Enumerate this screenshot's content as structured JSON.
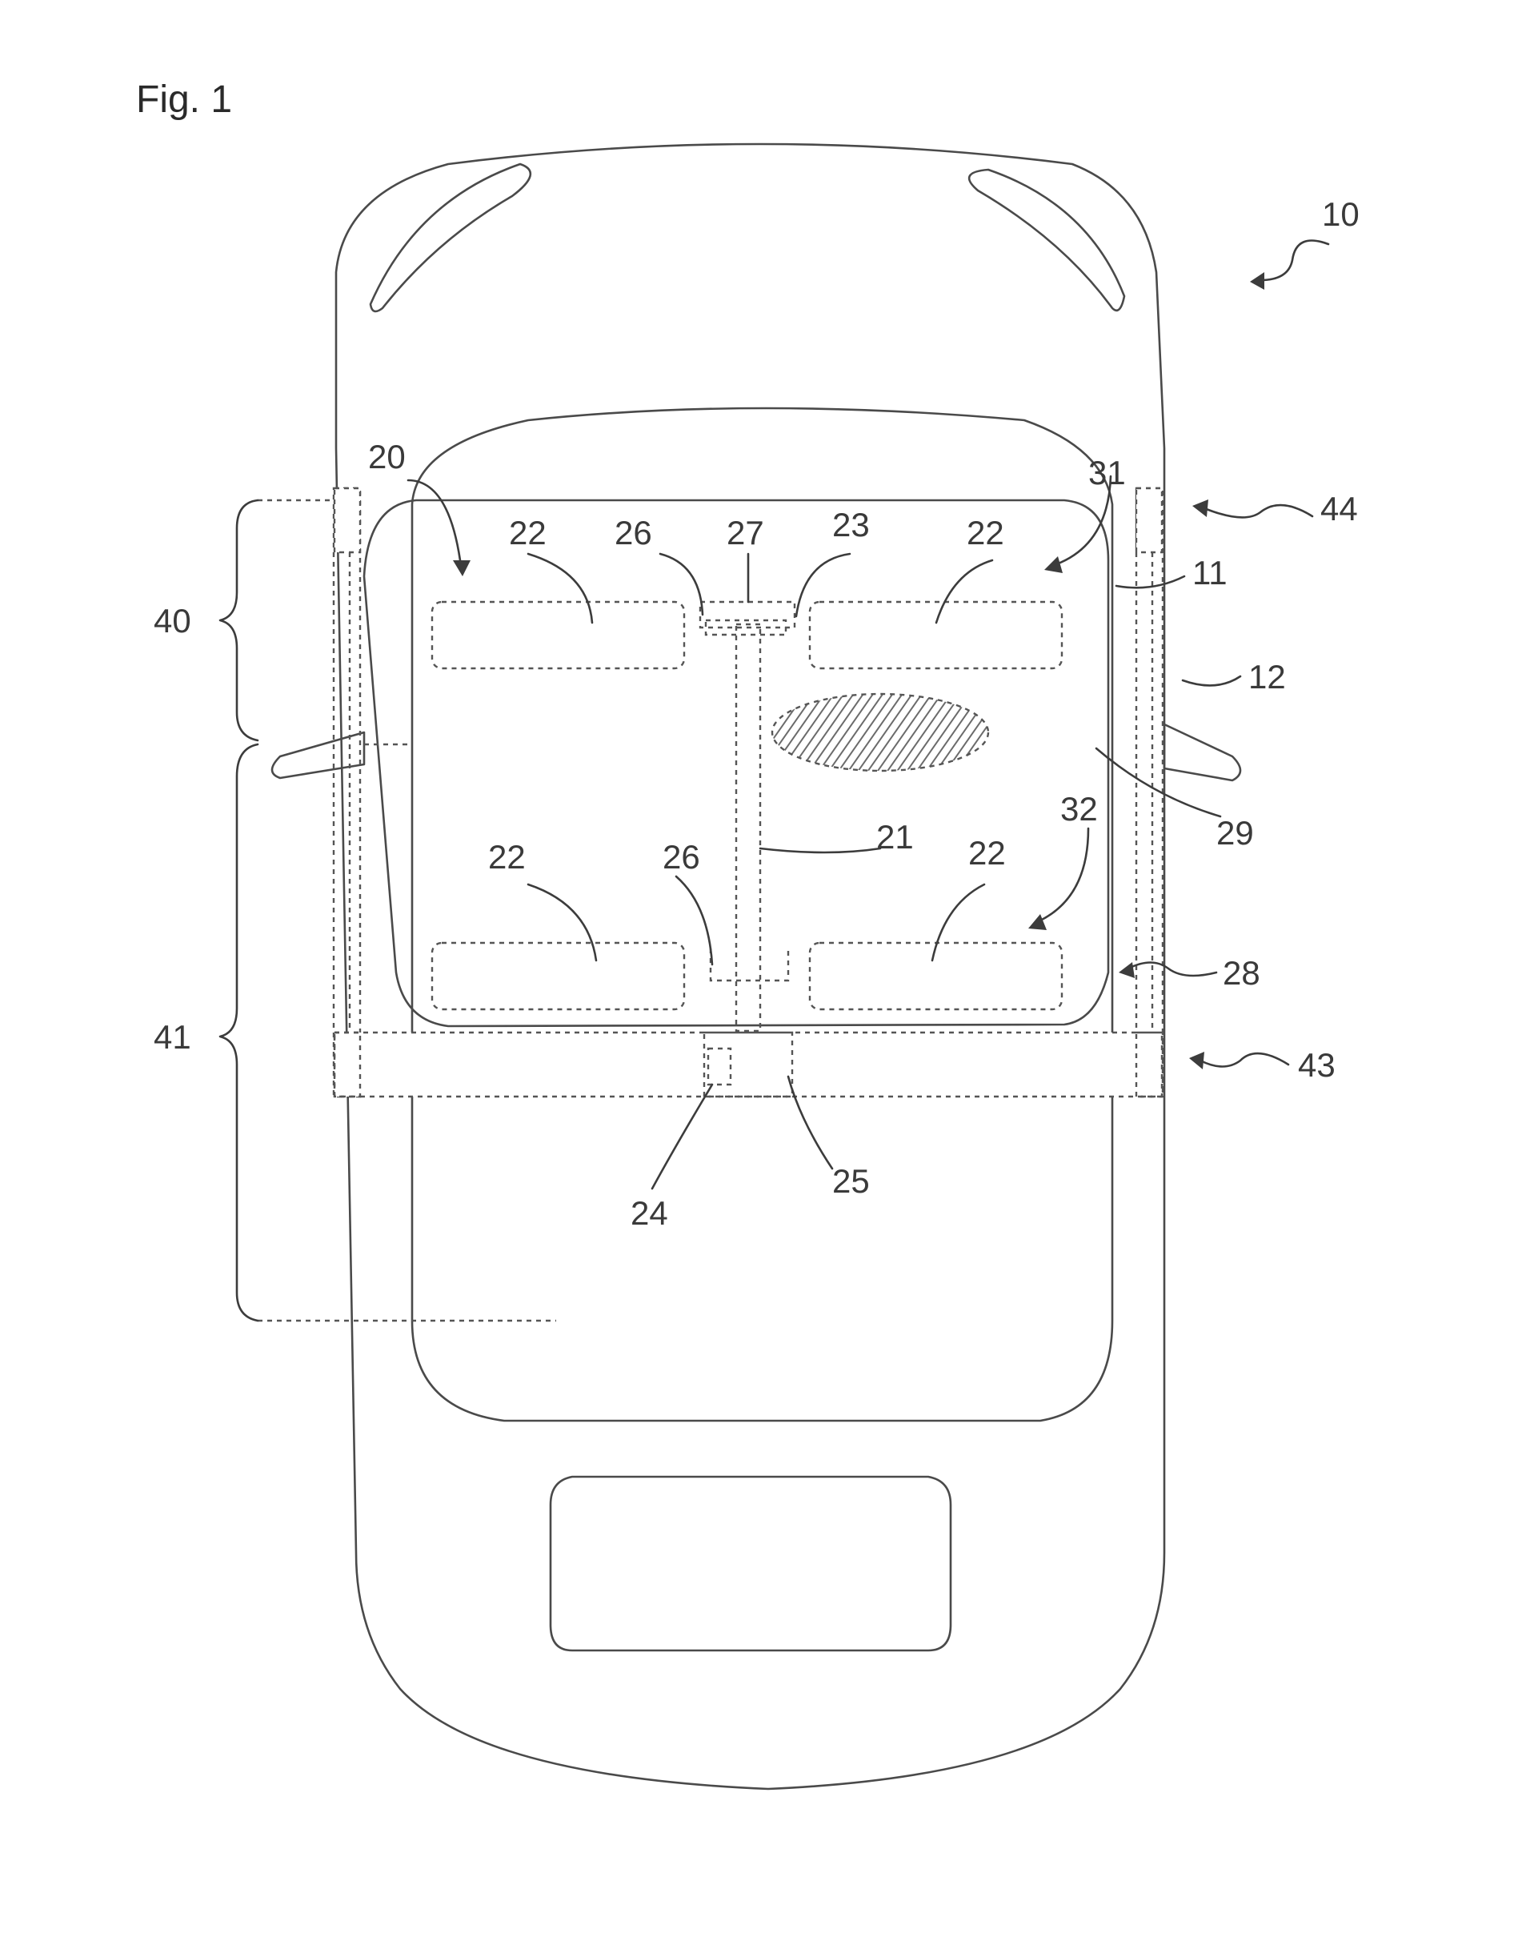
{
  "figure": {
    "title": "Fig. 1",
    "colors": {
      "line": "#4a4a4a",
      "hatch": "#6b6b6b",
      "background": "#ffffff"
    },
    "labels": {
      "n10": "10",
      "n11": "11",
      "n12": "12",
      "n20": "20",
      "n21": "21",
      "n22a": "22",
      "n22b": "22",
      "n22c": "22",
      "n22d": "22",
      "n23": "23",
      "n24": "24",
      "n25": "25",
      "n26a": "26",
      "n26b": "26",
      "n27": "27",
      "n28": "28",
      "n29": "29",
      "n31": "31",
      "n32": "32",
      "n40": "40",
      "n41": "41",
      "n43": "43",
      "n44": "44"
    }
  }
}
